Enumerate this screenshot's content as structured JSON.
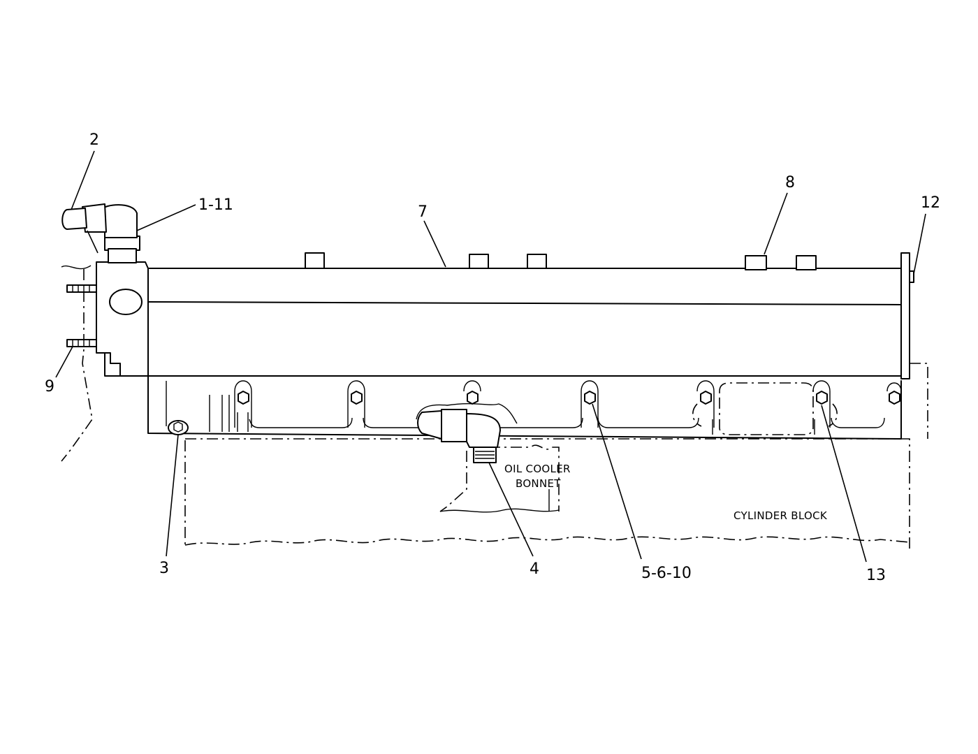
{
  "callouts": {
    "c2": "2",
    "c1_11": "1-11",
    "c7": "7",
    "c8": "8",
    "c12": "12",
    "c9": "9",
    "c3": "3",
    "c4": "4",
    "c5_6_10": "5-6-10",
    "c13": "13"
  },
  "notes": {
    "oil_cooler_line1": "OIL COOLER",
    "oil_cooler_line2": "BONNET",
    "cylinder_block": "CYLINDER BLOCK"
  }
}
